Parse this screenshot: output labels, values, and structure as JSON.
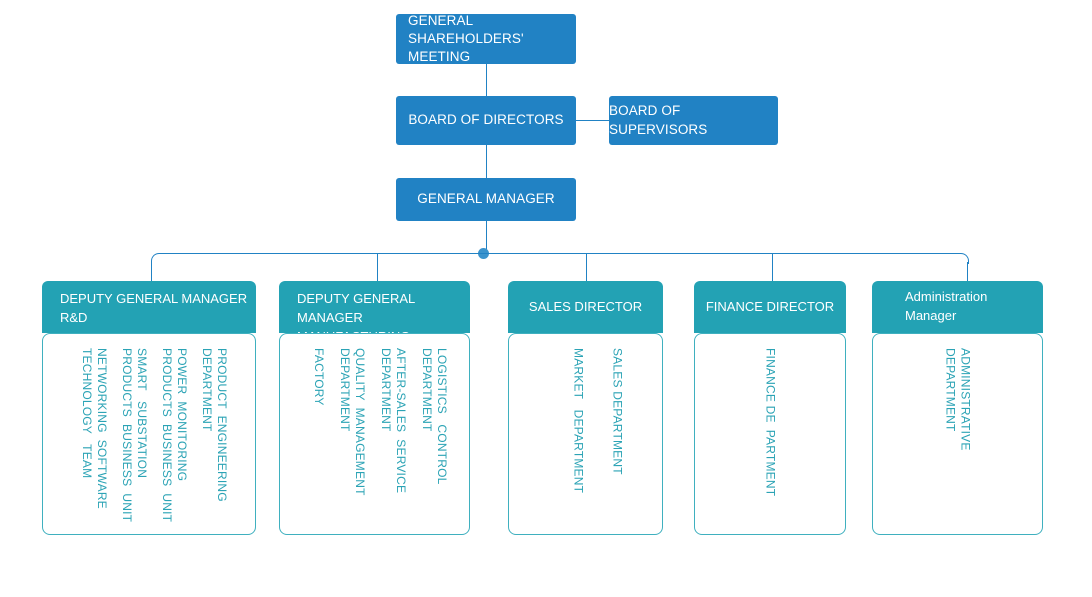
{
  "colors": {
    "blue": "#2182c4",
    "teal": "#23a2b4",
    "teal_text": "#2ba3b5",
    "node_dot": "#3a93cd",
    "body_border": "#3fb0bf",
    "white": "#ffffff"
  },
  "top": {
    "shareholders": "GENERAL SHAREHOLDERS' MEETING",
    "board_directors": "BOARD OF DIRECTORS",
    "board_supervisors": "BOARD OF SUPERVISORS",
    "general_manager": "GENERAL MANAGER"
  },
  "columns": [
    {
      "header": "DEPUTY GENERAL MANAGER R&D",
      "header_lines": [
        "DEPUTY GENERAL MANAGER",
        "R&D"
      ],
      "items": [
        "PRODUCT  ENGINEERING\nDEPARTMENT",
        "POWER  MONITORING\nPRODUCTS  BUSINESS  UNIT",
        "SMART   SUBSTATION\nPRODUCTS  BUSINESS  UNIT",
        "NETWORKING  SOFTWARE\nTECHNOLOGY   TEAM"
      ]
    },
    {
      "header": "DEPUTY GENERAL MANAGER MANUFACTURING",
      "header_lines": [
        "DEPUTY GENERAL MANAGER",
        "MANUFACTURING"
      ],
      "items": [
        "LOGISTICS   CONTROL\nDEPARTMENT",
        "AFTER-SALES  SERVICE\nDEPARTMENT",
        "QUALITY  MANAGEMENT\nDEPARTMENT",
        "FACTORY"
      ]
    },
    {
      "header": "SALES DIRECTOR",
      "header_lines": [
        "SALES DIRECTOR"
      ],
      "items": [
        "SALES DEPARTMENT",
        "MARKET   DEPARTMENT"
      ]
    },
    {
      "header": "FINANCE DIRECTOR",
      "header_lines": [
        "FINANCE DIRECTOR"
      ],
      "items": [
        "FINANCE DE  PARTMENT"
      ]
    },
    {
      "header": "Administration Manager",
      "header_lines": [
        "Administration",
        "Manager"
      ],
      "items": [
        "ADMINISTRATIVE\nDEPARTMENT"
      ]
    }
  ]
}
